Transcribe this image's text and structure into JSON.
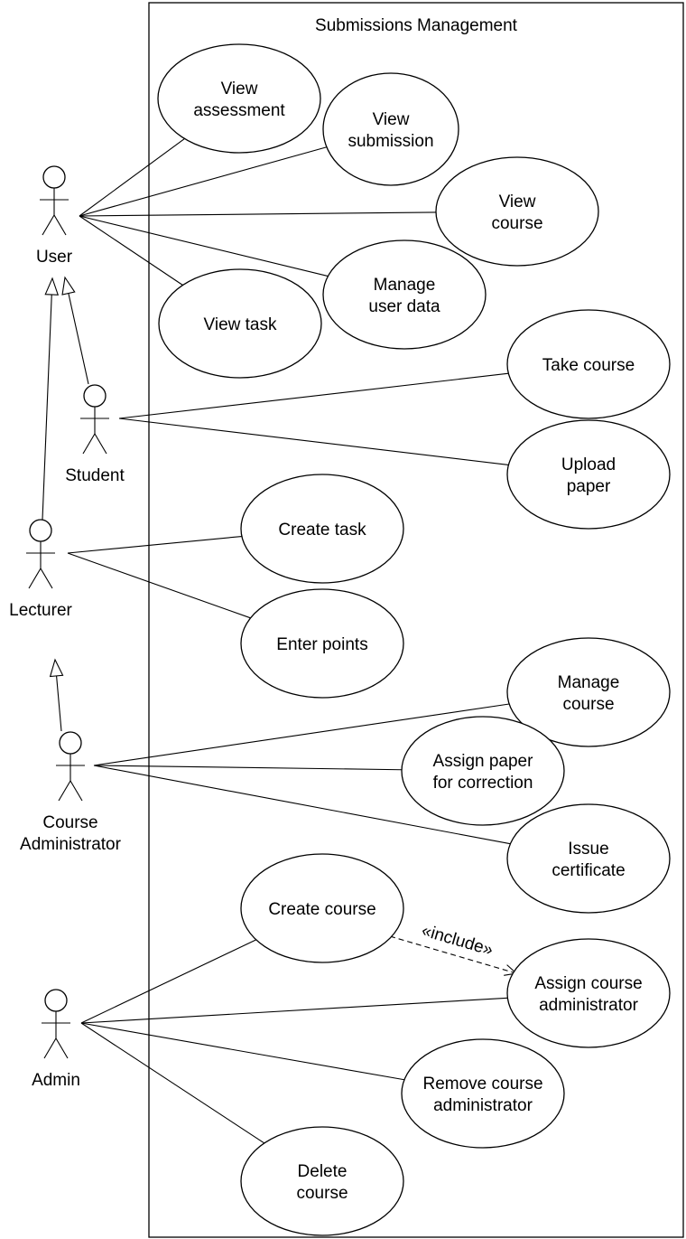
{
  "system": {
    "title": "Submissions Management"
  },
  "actors": [
    {
      "id": "user",
      "label": [
        "User"
      ]
    },
    {
      "id": "student",
      "label": [
        "Student"
      ]
    },
    {
      "id": "lecturer",
      "label": [
        "Lecturer"
      ]
    },
    {
      "id": "course_admin",
      "label": [
        "Course",
        "Administrator"
      ]
    },
    {
      "id": "admin",
      "label": [
        "Admin"
      ]
    }
  ],
  "use_cases": [
    {
      "id": "view_assessment",
      "label": [
        "View",
        "assessment"
      ]
    },
    {
      "id": "view_submission",
      "label": [
        "View",
        "submission"
      ]
    },
    {
      "id": "view_course",
      "label": [
        "View",
        "course"
      ]
    },
    {
      "id": "manage_user_data",
      "label": [
        "Manage",
        "user data"
      ]
    },
    {
      "id": "view_task",
      "label": [
        "View task"
      ]
    },
    {
      "id": "take_course",
      "label": [
        "Take course"
      ]
    },
    {
      "id": "upload_paper",
      "label": [
        "Upload",
        "paper"
      ]
    },
    {
      "id": "create_task",
      "label": [
        "Create task"
      ]
    },
    {
      "id": "enter_points",
      "label": [
        "Enter points"
      ]
    },
    {
      "id": "manage_course",
      "label": [
        "Manage",
        "course"
      ]
    },
    {
      "id": "assign_paper",
      "label": [
        "Assign paper",
        "for correction"
      ]
    },
    {
      "id": "issue_certificate",
      "label": [
        "Issue",
        "certificate"
      ]
    },
    {
      "id": "create_course",
      "label": [
        "Create course"
      ]
    },
    {
      "id": "assign_course_admin",
      "label": [
        "Assign course",
        "administrator"
      ]
    },
    {
      "id": "remove_course_admin",
      "label": [
        "Remove course",
        "administrator"
      ]
    },
    {
      "id": "delete_course",
      "label": [
        "Delete",
        "course"
      ]
    }
  ],
  "associations": [
    [
      "user",
      "view_assessment"
    ],
    [
      "user",
      "view_submission"
    ],
    [
      "user",
      "view_course"
    ],
    [
      "user",
      "manage_user_data"
    ],
    [
      "user",
      "view_task"
    ],
    [
      "student",
      "take_course"
    ],
    [
      "student",
      "upload_paper"
    ],
    [
      "lecturer",
      "create_task"
    ],
    [
      "lecturer",
      "enter_points"
    ],
    [
      "course_admin",
      "manage_course"
    ],
    [
      "course_admin",
      "assign_paper"
    ],
    [
      "course_admin",
      "issue_certificate"
    ],
    [
      "admin",
      "create_course"
    ],
    [
      "admin",
      "assign_course_admin"
    ],
    [
      "admin",
      "remove_course_admin"
    ],
    [
      "admin",
      "delete_course"
    ]
  ],
  "generalizations": [
    [
      "student",
      "user"
    ],
    [
      "lecturer",
      "user"
    ],
    [
      "course_admin",
      "lecturer"
    ]
  ],
  "includes": [
    {
      "from": "create_course",
      "to": "assign_course_admin",
      "label": "«include»"
    }
  ]
}
